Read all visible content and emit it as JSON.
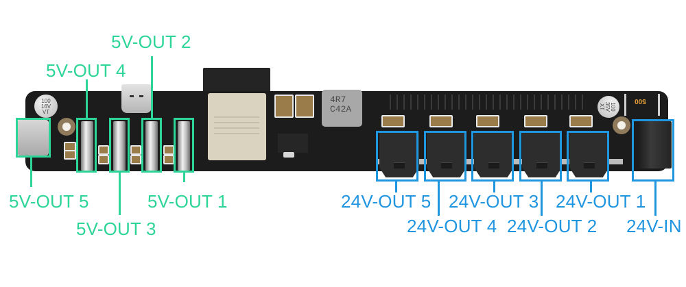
{
  "diagram": {
    "title": "Power distribution board port layout",
    "colors": {
      "five_volt": "#2ed598",
      "twenty_four_volt": "#2196e0",
      "board": "#1c1c1c"
    },
    "five_volt_ports": [
      {
        "id": "5v-out-1",
        "label": "5V-OUT 1",
        "connector": "USB-A (vertical)"
      },
      {
        "id": "5v-out-2",
        "label": "5V-OUT 2",
        "connector": "USB-A (vertical)"
      },
      {
        "id": "5v-out-3",
        "label": "5V-OUT 3",
        "connector": "USB-A (vertical)"
      },
      {
        "id": "5v-out-4",
        "label": "5V-OUT 4",
        "connector": "USB-A (vertical)"
      },
      {
        "id": "5v-out-5",
        "label": "5V-OUT 5",
        "connector": "USB-C"
      }
    ],
    "twenty_four_volt_ports": [
      {
        "id": "24v-out-1",
        "label": "24V-OUT 1",
        "connector": "2-pin terminal"
      },
      {
        "id": "24v-out-2",
        "label": "24V-OUT 2",
        "connector": "2-pin terminal"
      },
      {
        "id": "24v-out-3",
        "label": "24V-OUT 3",
        "connector": "2-pin terminal"
      },
      {
        "id": "24v-out-4",
        "label": "24V-OUT 4",
        "connector": "2-pin terminal"
      },
      {
        "id": "24v-out-5",
        "label": "24V-OUT 5",
        "connector": "2-pin terminal"
      }
    ],
    "input_port": {
      "id": "24v-in",
      "label": "24V-IN",
      "connector": "DC barrel jack"
    },
    "component_markings": {
      "cap_left": [
        "100",
        "16V",
        "VT"
      ],
      "cap_right": [
        "100",
        "35V",
        "XT"
      ],
      "inductor": [
        "4R7",
        "C42A"
      ],
      "fuse": "500"
    }
  }
}
